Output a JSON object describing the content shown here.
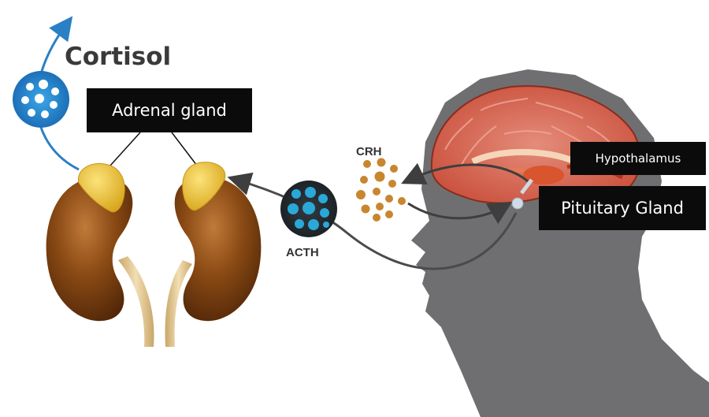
{
  "labels": {
    "cortisol": "Cortisol",
    "adrenal_gland": "Adrenal gland",
    "crh": "CRH",
    "acth": "ACTH",
    "hypothalamus": "Hypothalamus",
    "pituitary_gland": "Pituitary Gland"
  },
  "colors": {
    "label_box": "#0b0b0b",
    "head_silhouette": "#6f6f71",
    "kidney": "#8a4a14",
    "adrenal": "#e9c23a",
    "crh_molecule": "#c8862e",
    "acth_molecule": "#2aa8d8",
    "cortisol_molecule": "#2a8fd8",
    "arrow": "#3e3e3e",
    "cortisol_arrow": "#2a7fc6"
  }
}
